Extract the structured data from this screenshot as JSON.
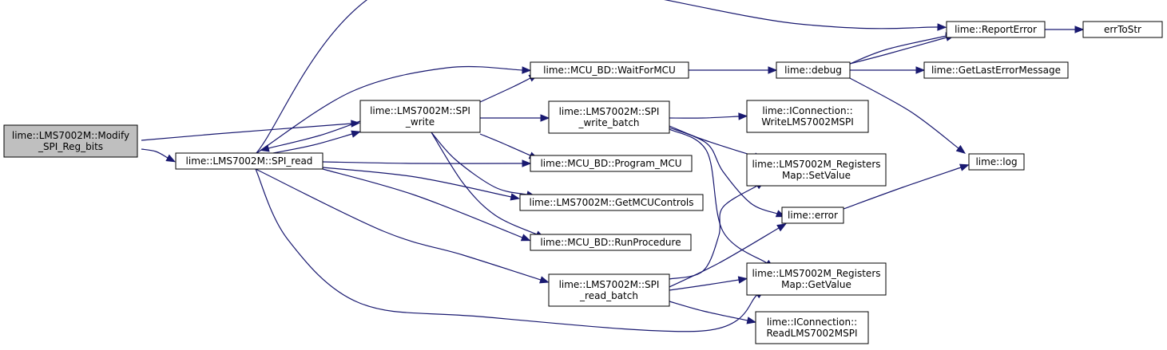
{
  "nodes": [
    {
      "id": "n0",
      "lines": [
        "lime::LMS7002M::Modify",
        "_SPI_Reg_bits"
      ],
      "root": true
    },
    {
      "id": "n1",
      "lines": [
        "lime::LMS7002M::SPI_read"
      ]
    },
    {
      "id": "n2",
      "lines": [
        "lime::LMS7002M::SPI",
        "_write"
      ]
    },
    {
      "id": "n3",
      "lines": [
        "lime::MCU_BD::WaitForMCU"
      ]
    },
    {
      "id": "n4",
      "lines": [
        "lime::LMS7002M::SPI",
        "_write_batch"
      ]
    },
    {
      "id": "n5",
      "lines": [
        "lime::MCU_BD::Program_MCU"
      ]
    },
    {
      "id": "n6",
      "lines": [
        "lime::LMS7002M::GetMCUControls"
      ]
    },
    {
      "id": "n7",
      "lines": [
        "lime::MCU_BD::RunProcedure"
      ]
    },
    {
      "id": "n8",
      "lines": [
        "lime::LMS7002M::SPI",
        "_read_batch"
      ]
    },
    {
      "id": "n9",
      "lines": [
        "lime::ReportError"
      ]
    },
    {
      "id": "n10",
      "lines": [
        "errToStr"
      ]
    },
    {
      "id": "n11",
      "lines": [
        "lime::debug"
      ]
    },
    {
      "id": "n12",
      "lines": [
        "lime::GetLastErrorMessage"
      ]
    },
    {
      "id": "n13",
      "lines": [
        "lime::IConnection::",
        "WriteLMS7002MSPI"
      ]
    },
    {
      "id": "n14",
      "lines": [
        "lime::LMS7002M_Registers",
        "Map::SetValue"
      ]
    },
    {
      "id": "n15",
      "lines": [
        "lime::log"
      ]
    },
    {
      "id": "n16",
      "lines": [
        "lime::error"
      ]
    },
    {
      "id": "n17",
      "lines": [
        "lime::LMS7002M_Registers",
        "Map::GetValue"
      ]
    },
    {
      "id": "n18",
      "lines": [
        "lime::IConnection::",
        "ReadLMS7002MSPI"
      ]
    }
  ],
  "edges": [
    {
      "from": "n0",
      "to": "n2"
    },
    {
      "from": "n0",
      "to": "n1"
    },
    {
      "from": "n0",
      "to": "n9"
    },
    {
      "from": "n1",
      "to": "n2"
    },
    {
      "from": "n1",
      "to": "n3"
    },
    {
      "from": "n1",
      "to": "n5"
    },
    {
      "from": "n1",
      "to": "n6"
    },
    {
      "from": "n1",
      "to": "n7"
    },
    {
      "from": "n1",
      "to": "n8"
    },
    {
      "from": "n1",
      "to": "n17"
    },
    {
      "from": "n2",
      "to": "n1"
    },
    {
      "from": "n2",
      "to": "n3"
    },
    {
      "from": "n2",
      "to": "n4"
    },
    {
      "from": "n2",
      "to": "n5"
    },
    {
      "from": "n2",
      "to": "n6"
    },
    {
      "from": "n2",
      "to": "n7"
    },
    {
      "from": "n3",
      "to": "n11"
    },
    {
      "from": "n3",
      "to": "n9"
    },
    {
      "from": "n4",
      "to": "n13"
    },
    {
      "from": "n4",
      "to": "n14"
    },
    {
      "from": "n4",
      "to": "n16"
    },
    {
      "from": "n4",
      "to": "n17"
    },
    {
      "from": "n8",
      "to": "n14"
    },
    {
      "from": "n8",
      "to": "n16"
    },
    {
      "from": "n8",
      "to": "n17"
    },
    {
      "from": "n8",
      "to": "n18"
    },
    {
      "from": "n9",
      "to": "n10"
    },
    {
      "from": "n11",
      "to": "n9"
    },
    {
      "from": "n11",
      "to": "n12"
    },
    {
      "from": "n11",
      "to": "n15"
    },
    {
      "from": "n16",
      "to": "n15"
    }
  ]
}
